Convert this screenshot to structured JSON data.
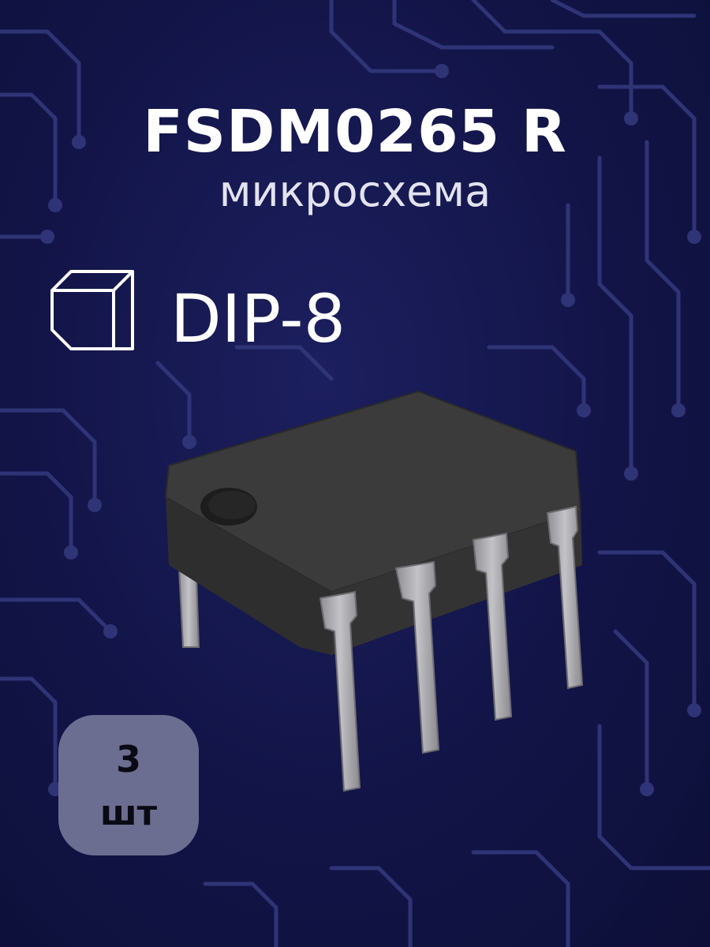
{
  "product": {
    "name": "FSDM0265 R",
    "category": "микросхема",
    "package": "DIP-8"
  },
  "quantity": {
    "value": "3",
    "unit": "шт"
  },
  "icons": {
    "package": "cube-icon",
    "chip": "dip8-chip-illustration"
  },
  "colors": {
    "background": "#121447",
    "trace": "#2e3476",
    "badge": "#6c6e91",
    "chip_body": "#3a3a3a",
    "pins": "#a9a9ad"
  }
}
